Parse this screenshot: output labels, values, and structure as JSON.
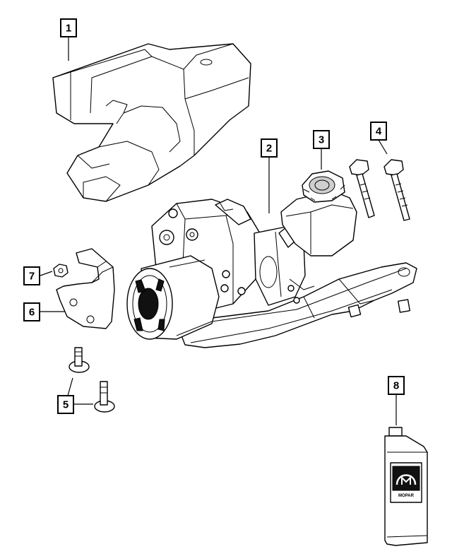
{
  "callouts": [
    {
      "id": "1",
      "label": "1"
    },
    {
      "id": "2",
      "label": "2"
    },
    {
      "id": "3",
      "label": "3"
    },
    {
      "id": "4",
      "label": "4"
    },
    {
      "id": "5",
      "label": "5"
    },
    {
      "id": "6",
      "label": "6"
    },
    {
      "id": "7",
      "label": "7"
    },
    {
      "id": "8",
      "label": "8"
    }
  ],
  "parts": {
    "bottle_brand": "MOPAR"
  }
}
